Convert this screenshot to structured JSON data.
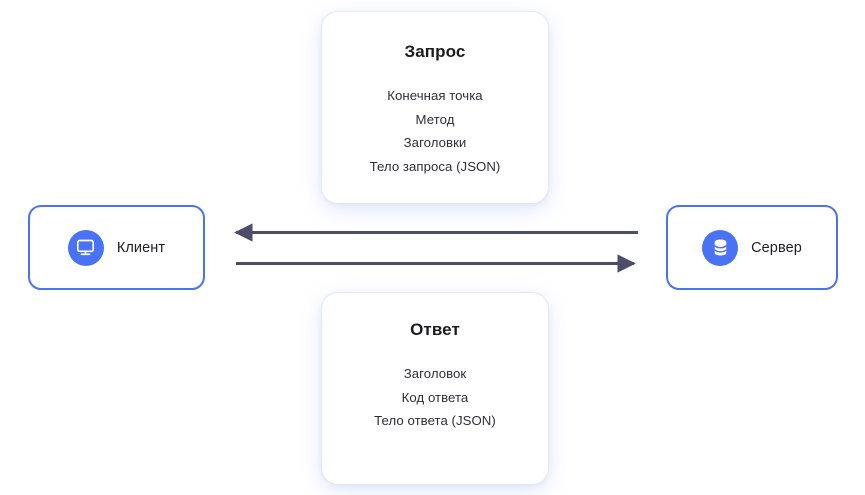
{
  "diagram": {
    "title": "Client-server request/response diagram",
    "accent_color": "#4a72f5",
    "arrow_color": "#4d4d6b",
    "nodes": [
      {
        "id": "client",
        "label": "Клиент",
        "icon": "monitor-icon"
      },
      {
        "id": "server",
        "label": "Сервер",
        "icon": "database-icon"
      }
    ],
    "cards": [
      {
        "id": "request",
        "title": "Запрос",
        "items": [
          "Конечная точка",
          "Метод",
          "Заголовки",
          "Тело запроса (JSON)"
        ]
      },
      {
        "id": "response",
        "title": "Ответ",
        "items": [
          "Заголовок",
          "Код ответа",
          "Тело ответа (JSON)"
        ]
      }
    ],
    "arrows": [
      {
        "id": "response-arrow",
        "direction": "server-to-client"
      },
      {
        "id": "request-arrow",
        "direction": "client-to-server"
      }
    ]
  }
}
